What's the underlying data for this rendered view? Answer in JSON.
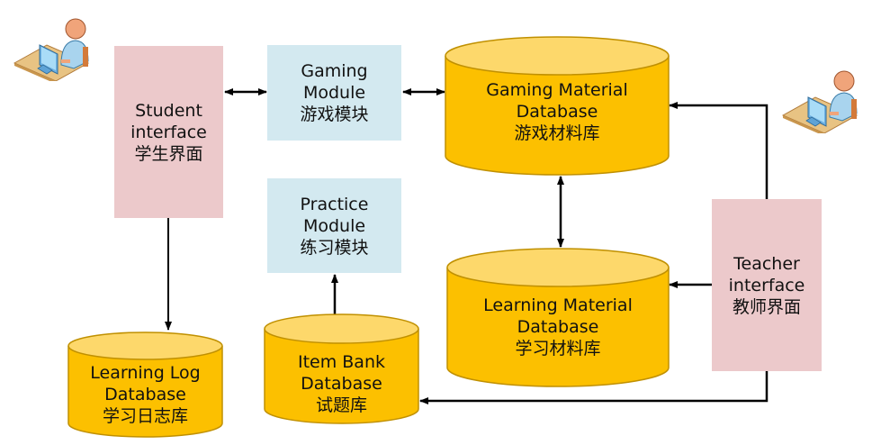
{
  "diagram": {
    "colors": {
      "interface_fill": "#ecc9cb",
      "module_fill": "#d3e9f0",
      "db_body": "#fcc000",
      "db_top": "#fdd86b",
      "db_stroke": "#c09000",
      "arrow": "#000000"
    },
    "nodes": {
      "student_interface": {
        "line1": "Student",
        "line2": "interface",
        "zh": "学生界面"
      },
      "gaming_module": {
        "line1": "Gaming",
        "line2": "Module",
        "zh": "游戏模块"
      },
      "practice_module": {
        "line1": "Practice",
        "line2": "Module",
        "zh": "练习模块"
      },
      "gaming_material_db": {
        "line1": "Gaming Material",
        "line2": "Database",
        "zh": "游戏材料库"
      },
      "learning_material_db": {
        "line1": "Learning Material",
        "line2": "Database",
        "zh": "学习材料库"
      },
      "teacher_interface": {
        "line1": "Teacher",
        "line2": "interface",
        "zh": "教师界面"
      },
      "learning_log_db": {
        "line1": "Learning Log",
        "line2": "Database",
        "zh": "学习日志库"
      },
      "item_bank_db": {
        "line1": "Item Bank",
        "line2": "Database",
        "zh": "试题库"
      }
    },
    "icons": {
      "student_user": "user-at-computer-icon",
      "teacher_user": "user-at-computer-icon"
    },
    "edges": [
      {
        "from": "student_interface",
        "to": "gaming_module",
        "type": "bidirectional"
      },
      {
        "from": "gaming_module",
        "to": "gaming_material_db",
        "type": "bidirectional"
      },
      {
        "from": "gaming_material_db",
        "to": "learning_material_db",
        "type": "bidirectional"
      },
      {
        "from": "student_interface",
        "to": "learning_log_db",
        "type": "directed"
      },
      {
        "from": "item_bank_db",
        "to": "practice_module",
        "type": "directed"
      },
      {
        "from": "teacher_interface",
        "to": "gaming_material_db",
        "type": "directed"
      },
      {
        "from": "teacher_interface",
        "to": "learning_material_db",
        "type": "directed"
      },
      {
        "from": "teacher_interface",
        "to": "item_bank_db",
        "type": "directed"
      }
    ]
  }
}
